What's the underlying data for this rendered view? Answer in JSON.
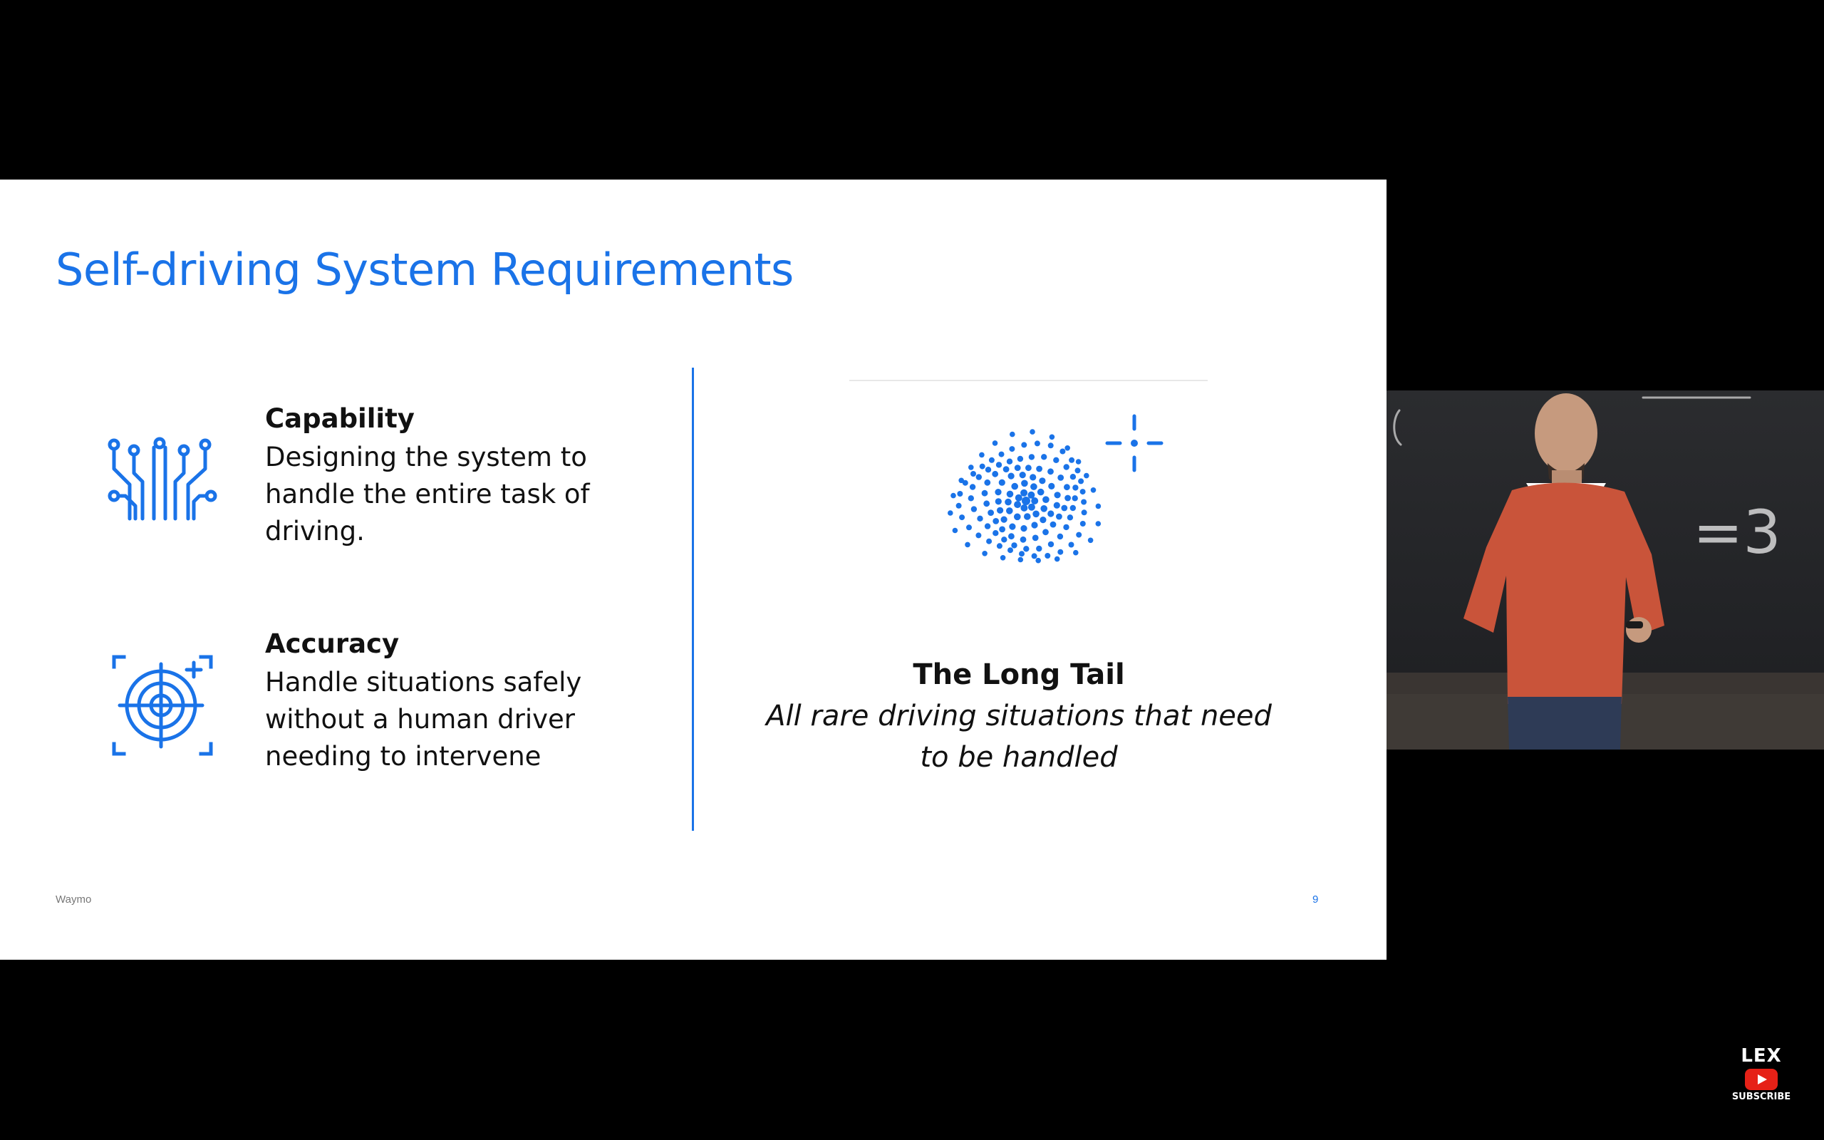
{
  "slide": {
    "title": "Self-driving System Requirements",
    "items": [
      {
        "heading": "Capability",
        "body": "Designing the system to handle the entire task of driving.",
        "icon": "circuit-icon"
      },
      {
        "heading": "Accuracy",
        "body": "Handle situations safely without a human driver needing to intervene",
        "icon": "target-icon"
      }
    ],
    "long_tail": {
      "heading": "The Long Tail",
      "body": "All rare driving situations that need to be handled",
      "icon": "dot-cluster-icon"
    },
    "footer": {
      "brand": "Waymo",
      "page_number": "9"
    }
  },
  "speaker_video": {
    "board_text": "=3"
  },
  "channel_logo": {
    "name": "LEX",
    "action": "SUBSCRIBE"
  },
  "colors": {
    "accent": "#1a73e8",
    "text": "#111111",
    "background": "#000000",
    "slide_background": "#ffffff",
    "youtube_red": "#e62117",
    "sweater": "#c9543a"
  }
}
